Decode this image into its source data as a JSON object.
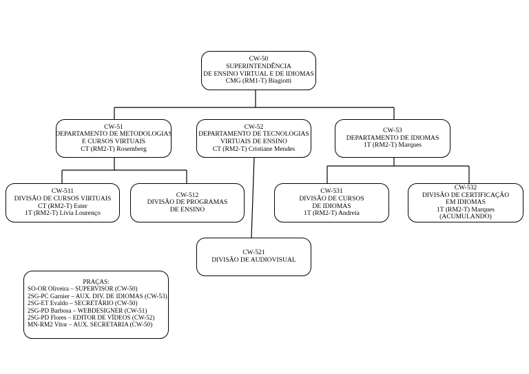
{
  "org": {
    "cw50": {
      "code": "CW-50",
      "line1": "SUPERINTENDÊNCIA",
      "line2": "DE ENSINO VIRTUAL E DE IDIOMAS",
      "person": "CMG (RM1-T) Biagiotti"
    },
    "cw51": {
      "code": "CW-51",
      "line1": "DEPARTAMENTO DE METODOLOGIAS",
      "line2": "E CURSOS VIRTUAIS",
      "person": "CT (RM2-T) Rosemberg"
    },
    "cw52": {
      "code": "CW-52",
      "line1": "DEPARTAMENTO DE TECNOLOGIAS",
      "line2": "VIRTUAIS DE ENSINO",
      "person": "CT (RM2-T) Cristiane Mendes"
    },
    "cw53": {
      "code": "CW-53",
      "line1": "DEPARTAMENTO DE IDIOMAS",
      "person": "1T (RM2-T) Marques"
    },
    "cw511": {
      "code": "CW-511",
      "line1": "DIVISÃO DE CURSOS VIRTUAIS",
      "person1": "CT (RM2-T) Ester",
      "person2": "1T (RM2-T) Lívia Lourenço"
    },
    "cw512": {
      "code": "CW-512",
      "line1": "DIVISÃO DE PROGRAMAS",
      "line2": "DE ENSINO"
    },
    "cw521": {
      "code": "CW-521",
      "line1": "DIVISÃO DE AUDIOVISUAL"
    },
    "cw531": {
      "code": "CW-531",
      "line1": "DIVISÃO DE CURSOS",
      "line2": "DE IDIOMAS",
      "person": "1T (RM2-T) Andreia"
    },
    "cw532": {
      "code": "CW-532",
      "line1": "DIVISÃO DE CERTIFICAÇÃO",
      "line2": "EM IDIOMAS",
      "person": "1T (RM2-T) Marques",
      "note": "(ACUMULANDO)"
    }
  },
  "pracas": {
    "title": "PRAÇAS:",
    "lines": [
      "SO-OR Oliveira – SUPERVISOR (CW-50)",
      "2SG-PC Garnier – AUX. DIV. DE IDIOMAS (CW-53)",
      "2SG-ET Evaldo – SECRETÁRIO (CW-50)",
      "2SG-PD Barbosa – WEBDESIGNER (CW-51)",
      "2SG-PD Flores – EDITOR DE VÍDEOS (CW-52)",
      "MN-RM2 Vitor – AUX. SECRETARIA (CW-50)"
    ]
  }
}
